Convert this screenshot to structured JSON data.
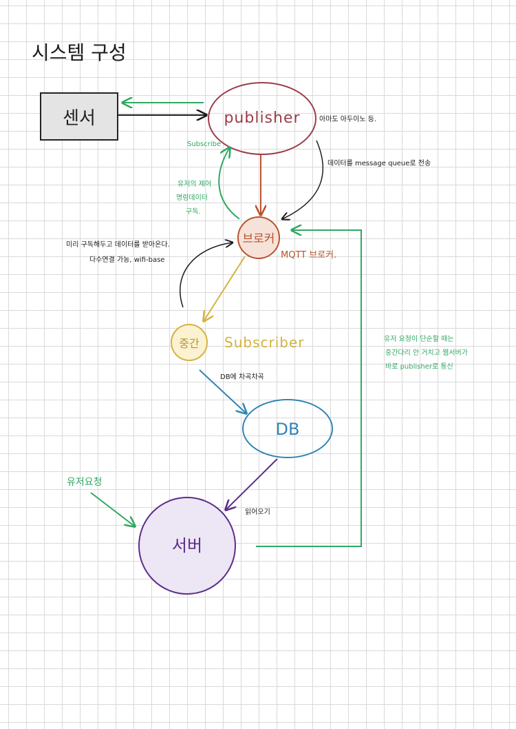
{
  "title": "시스템 구성",
  "nodes": {
    "sensor": {
      "label": "센서",
      "color": "#222222",
      "fill": "#e4e4e4"
    },
    "publisher": {
      "label": "publisher",
      "color": "#9b3b4a",
      "note": "아마도 아두이노 등."
    },
    "broker": {
      "label": "브로커",
      "color": "#b8522e",
      "note": "MQTT 브로커."
    },
    "middle": {
      "label": "중간",
      "color": "#d4b23f",
      "note": "Subscriber"
    },
    "db": {
      "label": "DB",
      "color": "#2f84b3"
    },
    "server": {
      "label": "서버",
      "color": "#5a2d8c"
    }
  },
  "annotations": {
    "subscribe_label": "Subscribe",
    "realtime_control_1": "유저의 제어",
    "realtime_control_2": "명령데이터",
    "realtime_control_3": "구독.",
    "to_queue": "데이터를 message queue로 전송",
    "fetch_1": "미리 구독해두고 데이터를 받아온다.",
    "fetch_2": "다수연결 가능, wifi-base",
    "db_store": "DB에 차곡차곡",
    "read": "읽어오기",
    "user_request": "유저요청",
    "simple_1": "유저 요청이 단순할 때는",
    "simple_2": "중간다리 안 거치고 웹서버가",
    "simple_3": "바로 publisher로 통신"
  },
  "colors": {
    "green": "#2fa862",
    "black": "#1a1a1a",
    "brown": "#b8522e",
    "yellow": "#d4b23f",
    "blue": "#2f84b3",
    "purple": "#5a2d8c"
  }
}
